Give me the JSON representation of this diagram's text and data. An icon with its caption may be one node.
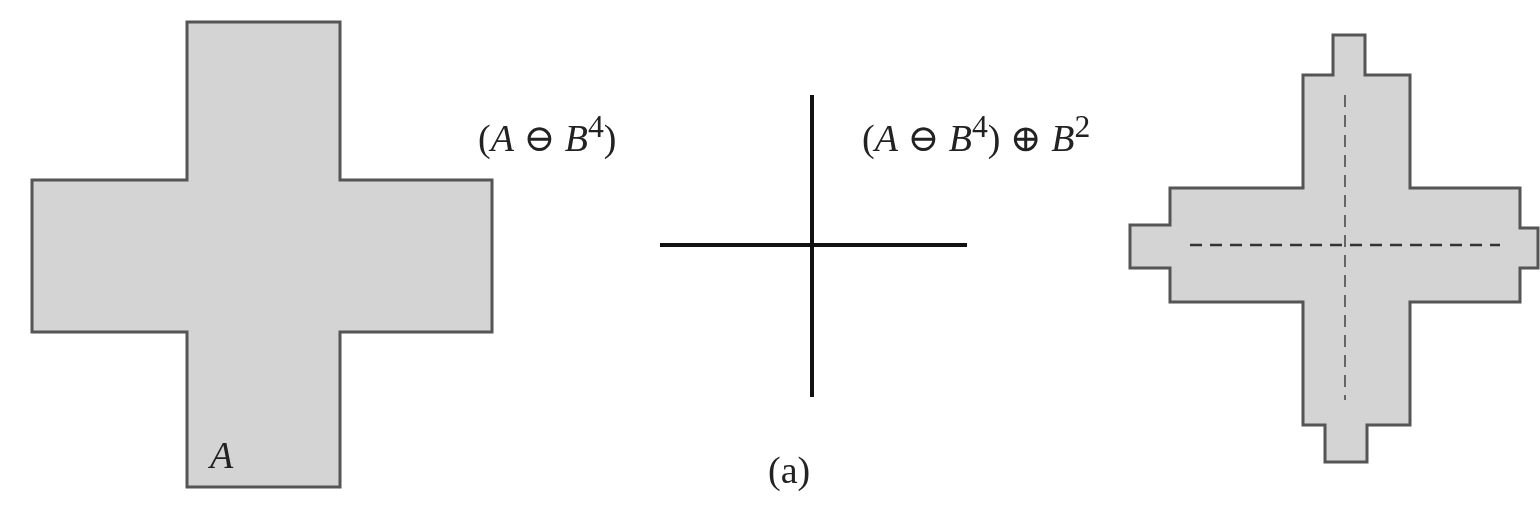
{
  "diagram": {
    "caption": "(a)",
    "labels": [
      "(*A* ⊖ *B*$^{4}$)",
      "(*A* ⊖ *B*$^{4}$) ⊕ *B*$^{2}$",
      "A"
    ]
  }
}
